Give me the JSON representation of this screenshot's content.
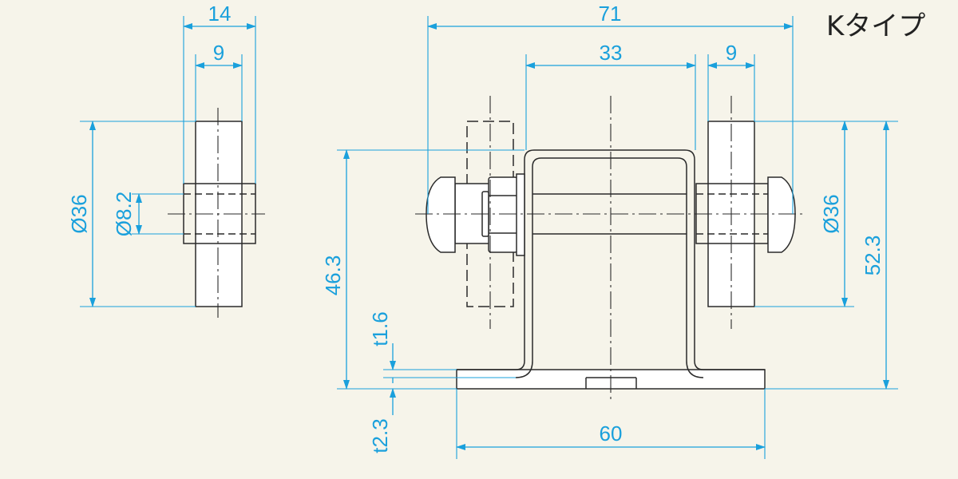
{
  "title": "Kタイプ",
  "dimensions": {
    "side_width": "14",
    "side_hub": "9",
    "side_dia": "Ø36",
    "side_bore": "Ø8.2",
    "overall": "71",
    "inner": "33",
    "right_hub": "9",
    "right_dia": "Ø36",
    "height_axle": "46.3",
    "height_total": "52.3",
    "thickness_plate": "t1.6",
    "thickness_base": "t2.3",
    "base_width": "60"
  },
  "colors": {
    "background": "#f6f4ea",
    "dimension": "#1aa0dc",
    "drawing": "#2a2a2a"
  }
}
